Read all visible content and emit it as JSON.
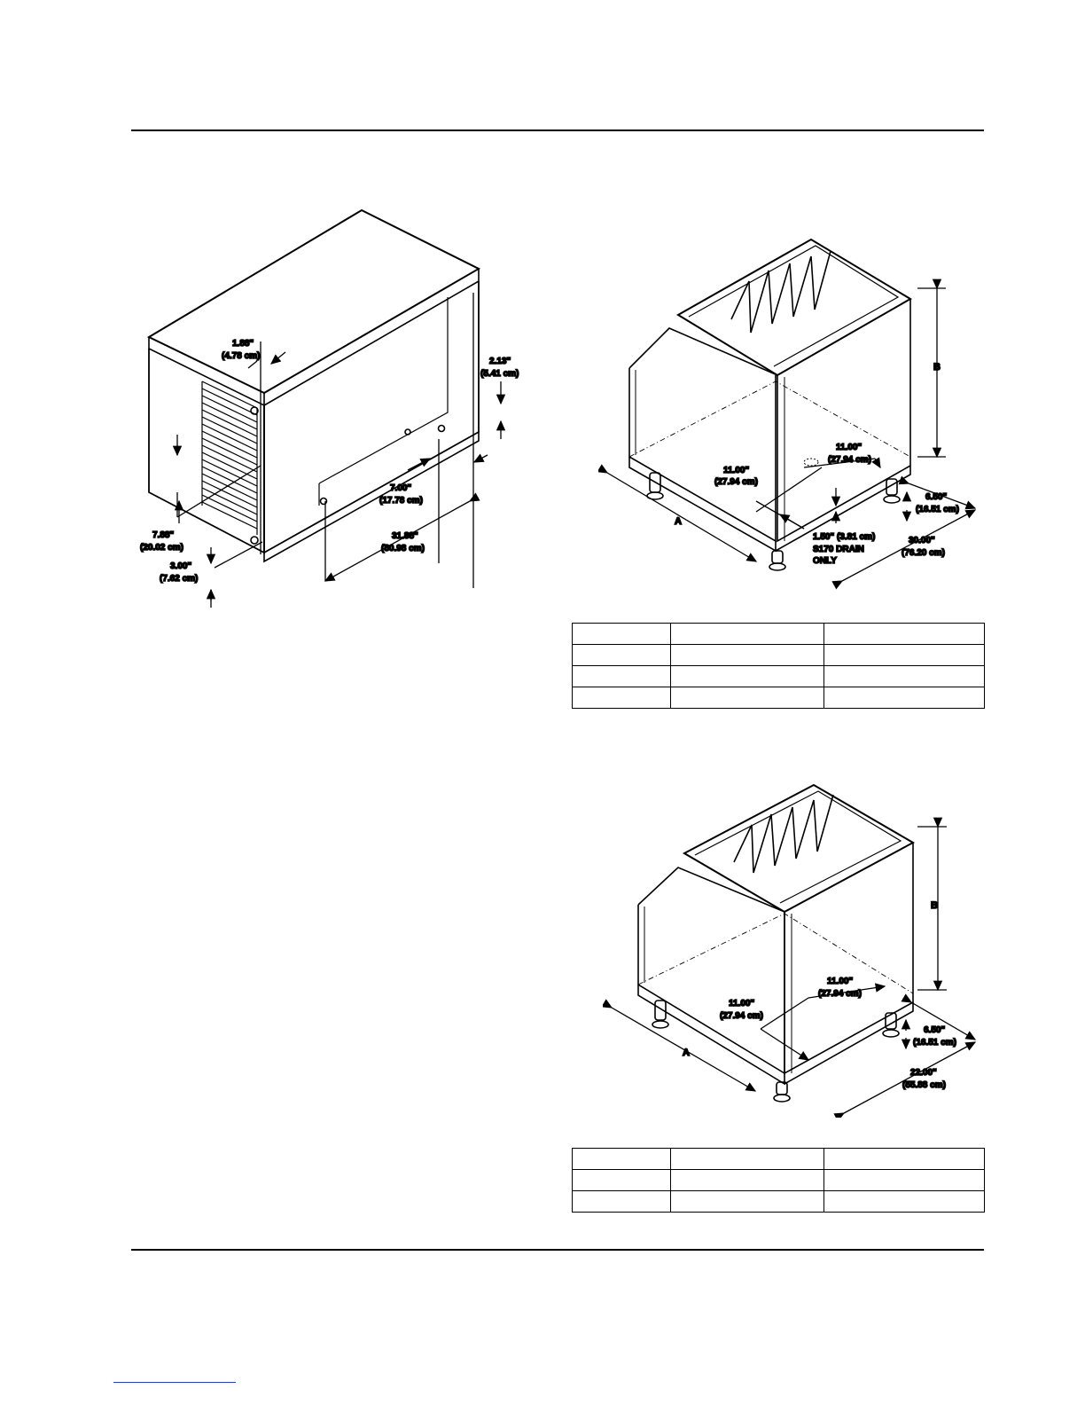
{
  "figure_condenser": {
    "dimensions": [
      {
        "in": "1.88\"",
        "cm": "(4.78 cm)"
      },
      {
        "in": "2.13\"",
        "cm": "(5.41 cm)"
      },
      {
        "in": "7.00\"",
        "cm": "(17.78 cm)"
      },
      {
        "in": "31.88\"",
        "cm": "(80.98 cm)"
      },
      {
        "in": "7.88\"",
        "cm": "(20.02 cm)"
      },
      {
        "in": "3.00\"",
        "cm": "(7.62 cm)"
      }
    ]
  },
  "figure_bin_30": {
    "label_a": "A",
    "label_b": "B",
    "dimensions": [
      {
        "in": "11.00\"",
        "cm": "(27.94 cm)"
      },
      {
        "in": "11.00\"",
        "cm": "(27.94 cm)"
      },
      {
        "in": "6.50\"",
        "cm": "(16.51 cm)"
      },
      {
        "in": "30.00\"",
        "cm": "(76.20 cm)"
      }
    ],
    "drain_note": [
      "1.50\" (3.81 cm)",
      "S170 DRAIN",
      "ONLY"
    ]
  },
  "table_bin_30": {
    "rows": 4,
    "cols": 3
  },
  "figure_bin_22": {
    "label_a": "A",
    "label_b": "B",
    "dimensions": [
      {
        "in": "11.00\"",
        "cm": "(27.94 cm)"
      },
      {
        "in": "11.00\"",
        "cm": "(27.94 cm)"
      },
      {
        "in": "6.50\"",
        "cm": "(16.51 cm)"
      },
      {
        "in": "22.00\"",
        "cm": "(55.88 cm)"
      }
    ]
  },
  "table_bin_22": {
    "rows": 3,
    "cols": 3
  }
}
